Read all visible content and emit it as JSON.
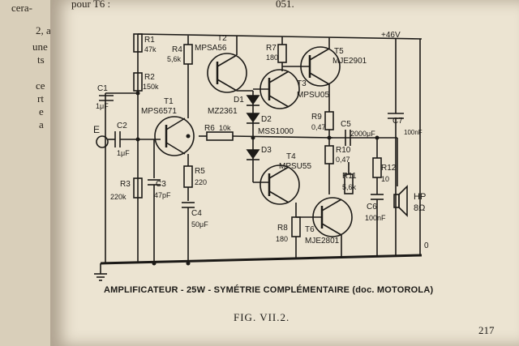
{
  "prev_page_text": [
    "cera-",
    "2, a",
    "une",
    "ts",
    "ce",
    "rt",
    "e",
    "a"
  ],
  "top_text": [
    "pour T6 :",
    "051."
  ],
  "caption": "AMPLIFICATEUR - 25W - SYMÉTRIE COMPLÉMENTAIRE (doc. MOTOROLA)",
  "figure_label": "FIG. VII.2.",
  "page_number": "217",
  "labels": {
    "supply": "+46V",
    "ground": "0",
    "input": "E",
    "speaker": "HP",
    "speaker_value": "8Ω",
    "R1": "R1",
    "R1v": "47k",
    "R2": "R2",
    "R2v": "150k",
    "R3": "R3",
    "R3v": "220k",
    "R4": "R4",
    "R4v": "5,6k",
    "R5": "R5",
    "R5v": "220",
    "R6": "R6",
    "R6v": "10k",
    "R7": "R7",
    "R7v": "180",
    "R8": "R8",
    "R8v": "180",
    "R9": "R9",
    "R9v": "0,47",
    "R10": "R10",
    "R10v": "0,47",
    "R11": "R11",
    "R11v": "5,6k",
    "R12": "R12",
    "R12v": "10",
    "C1": "C1",
    "C1v": "1μF",
    "C2": "C2",
    "C2v": "1μF",
    "C3": "C3",
    "C3v": "47pF",
    "C4": "C4",
    "C4v": "50μF",
    "C5": "C5",
    "C5v": "2000μF",
    "C6": "C6",
    "C6v": "100nF",
    "C7": "C7",
    "C7v": "100nF",
    "D1": "D1",
    "D1v": "MZ2361",
    "D2": "D2",
    "D2v": "MSS1000",
    "D3": "D3",
    "T1": "T1",
    "T1v": "MPS6571",
    "T2": "T2",
    "T2v": "MPSA56",
    "T3": "T3",
    "T3v": "MPSU05",
    "T4": "T4",
    "T4v": "MPSU55",
    "T5": "T5",
    "T5v": "MJE2901",
    "T6": "T6",
    "T6v": "MJE2801"
  }
}
